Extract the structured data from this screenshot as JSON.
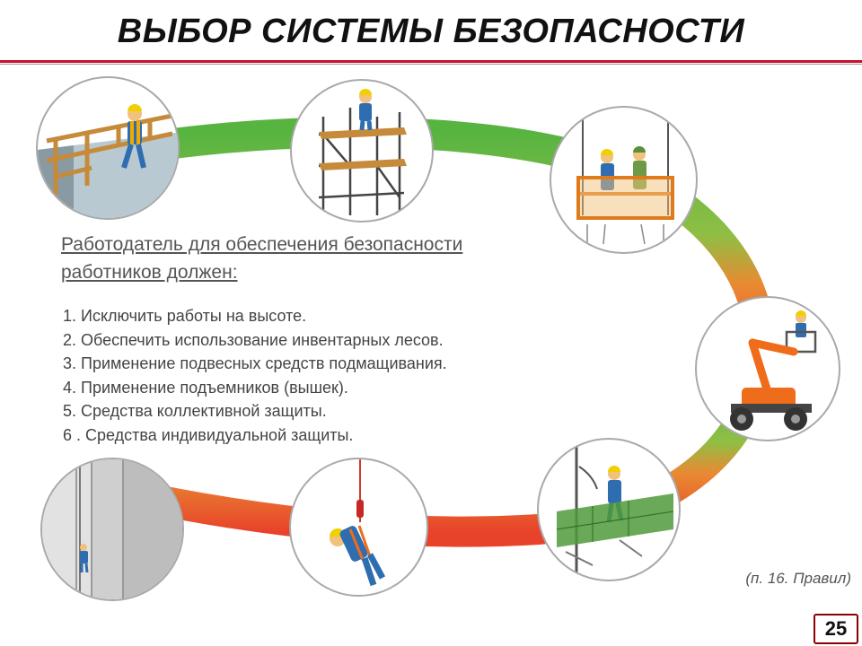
{
  "title": "ВЫБОР СИСТЕМЫ БЕЗОПАСНОСТИ",
  "heading": {
    "line1": "Работодатель для обеспечения безопасности",
    "line2": "работников должен:"
  },
  "rules": [
    "1. Исключить работы на высоте.",
    "2. Обеспечить использование инвентарных лесов.",
    "3. Применение  подвесных средств подмащивания.",
    "4. Применение подъемников (вышек).",
    "5. Средства коллективной защиты.",
    "6 . Средства индивидуальной защиты."
  ],
  "source": "(п. 16. Правил)",
  "page_number": "25",
  "colors": {
    "accent_red": "#c8102e",
    "ring_green": "#5cb544",
    "ring_orange": "#ee6b2b",
    "ring_red": "#e8432a"
  },
  "illustrations": [
    "rooftop-railing-worker-icon",
    "scaffold-worker-icon",
    "suspended-cradle-icon",
    "boom-lift-icon",
    "guardrail-net-platform-icon",
    "fall-arrest-harness-icon",
    "rope-access-facade-icon"
  ]
}
